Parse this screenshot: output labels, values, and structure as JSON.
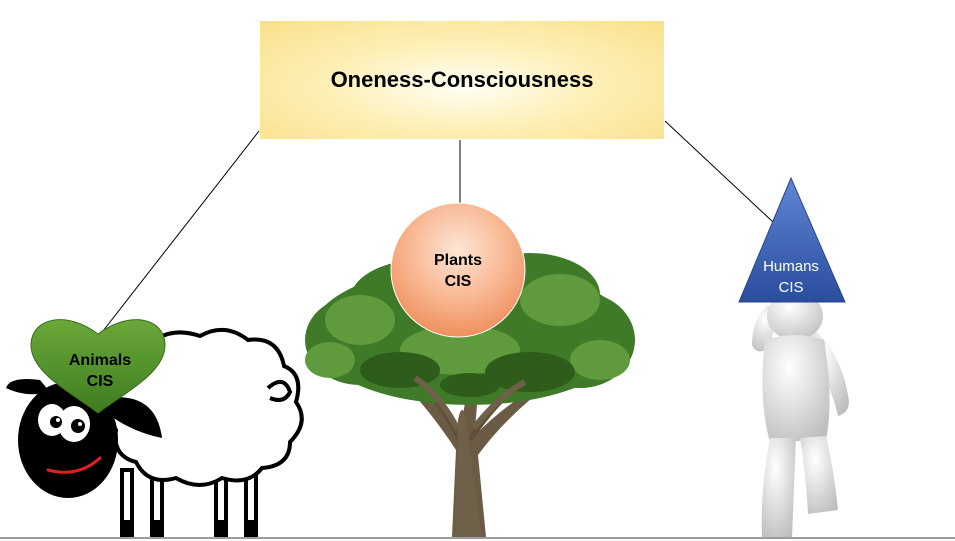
{
  "diagram": {
    "title": "Oneness-Consciousness",
    "nodes": {
      "animals": {
        "line1": "Animals",
        "line2": "CIS",
        "color": "#4f8f2a"
      },
      "plants": {
        "line1": "Plants",
        "line2": "CIS",
        "color": "#f4a67a"
      },
      "humans": {
        "line1": "Humans",
        "line2": "CIS",
        "color": "#2f56a8"
      }
    }
  }
}
